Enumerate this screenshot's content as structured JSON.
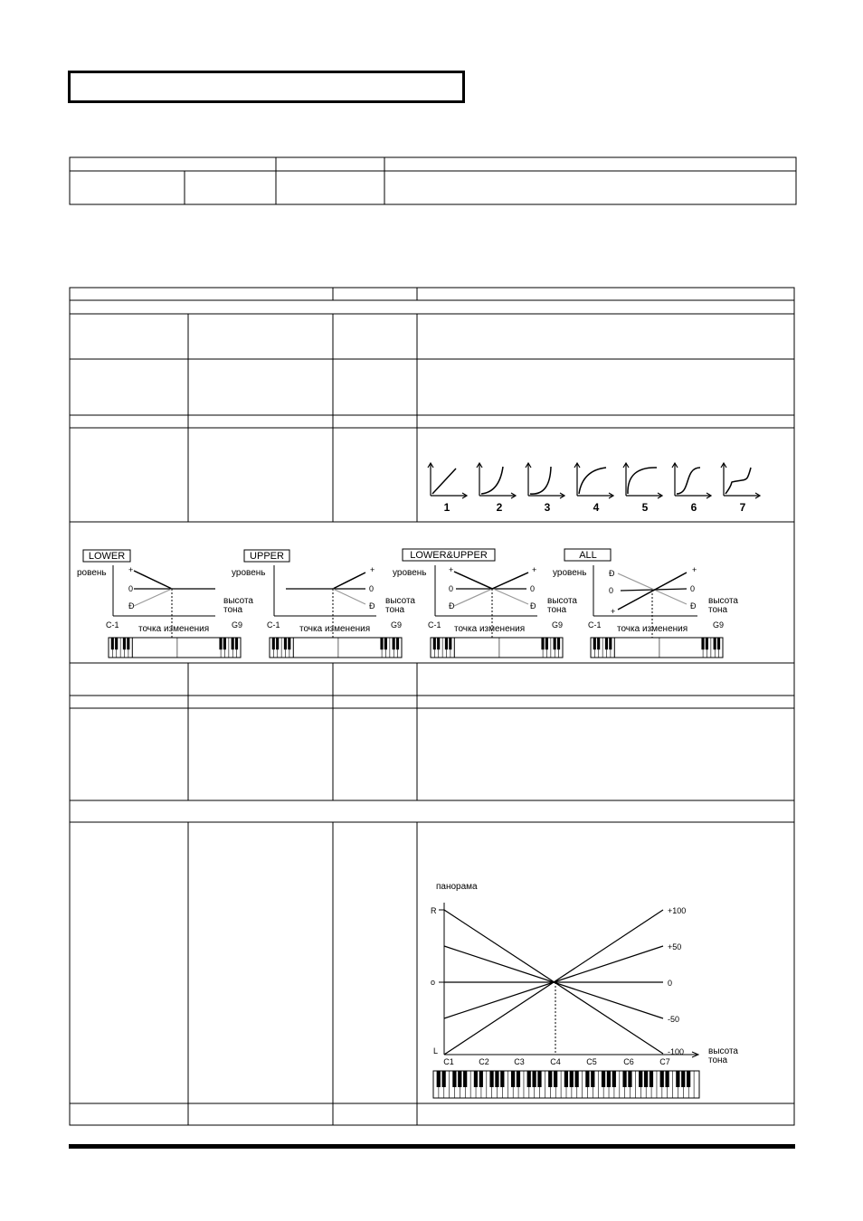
{
  "curve_numbers": [
    "1",
    "2",
    "3",
    "4",
    "5",
    "6",
    "7"
  ],
  "keyfollow_diagrams": [
    {
      "mode": "LOWER",
      "level_label": "ровень",
      "plus": "+",
      "zero": "0",
      "minus": "Ð",
      "zero_r": "",
      "minus_r": "",
      "pitch": "высота тона",
      "change": "точка изменения",
      "low": "C-1",
      "high": "G9"
    },
    {
      "mode": "UPPER",
      "level_label": "уровень",
      "plus": "+",
      "zero": "",
      "minus": "",
      "zero_r": "0",
      "minus_r": "Ð",
      "pitch": "высота тона",
      "change": "точка изменения",
      "low": "C-1",
      "high": "G9"
    },
    {
      "mode": "LOWER&UPPER",
      "level_label": "уровень",
      "plus": "+",
      "zero": "0",
      "minus": "Ð",
      "zero_r": "0",
      "minus_r": "Ð",
      "pitch": "высота тона",
      "change": "точка изменения",
      "low": "C-1",
      "high": "G9"
    },
    {
      "mode": "ALL",
      "level_label": "уровень",
      "plus": "+",
      "zero": "0",
      "minus": "Ð",
      "zero_r": "0",
      "minus_r": "Ð",
      "pitch": "высота тона",
      "change": "точка изменения",
      "low": "C-1",
      "high": "G9"
    }
  ],
  "pan_chart": {
    "ylabel": "панорама",
    "y_ticks": [
      "R",
      "o",
      "L"
    ],
    "line_labels": [
      "+100",
      "+50",
      "0",
      "-50",
      "-100"
    ],
    "xlabel": "высота тона",
    "x_ticks": [
      "C1",
      "C2",
      "C3",
      "C4",
      "C5",
      "C6",
      "C7"
    ]
  }
}
